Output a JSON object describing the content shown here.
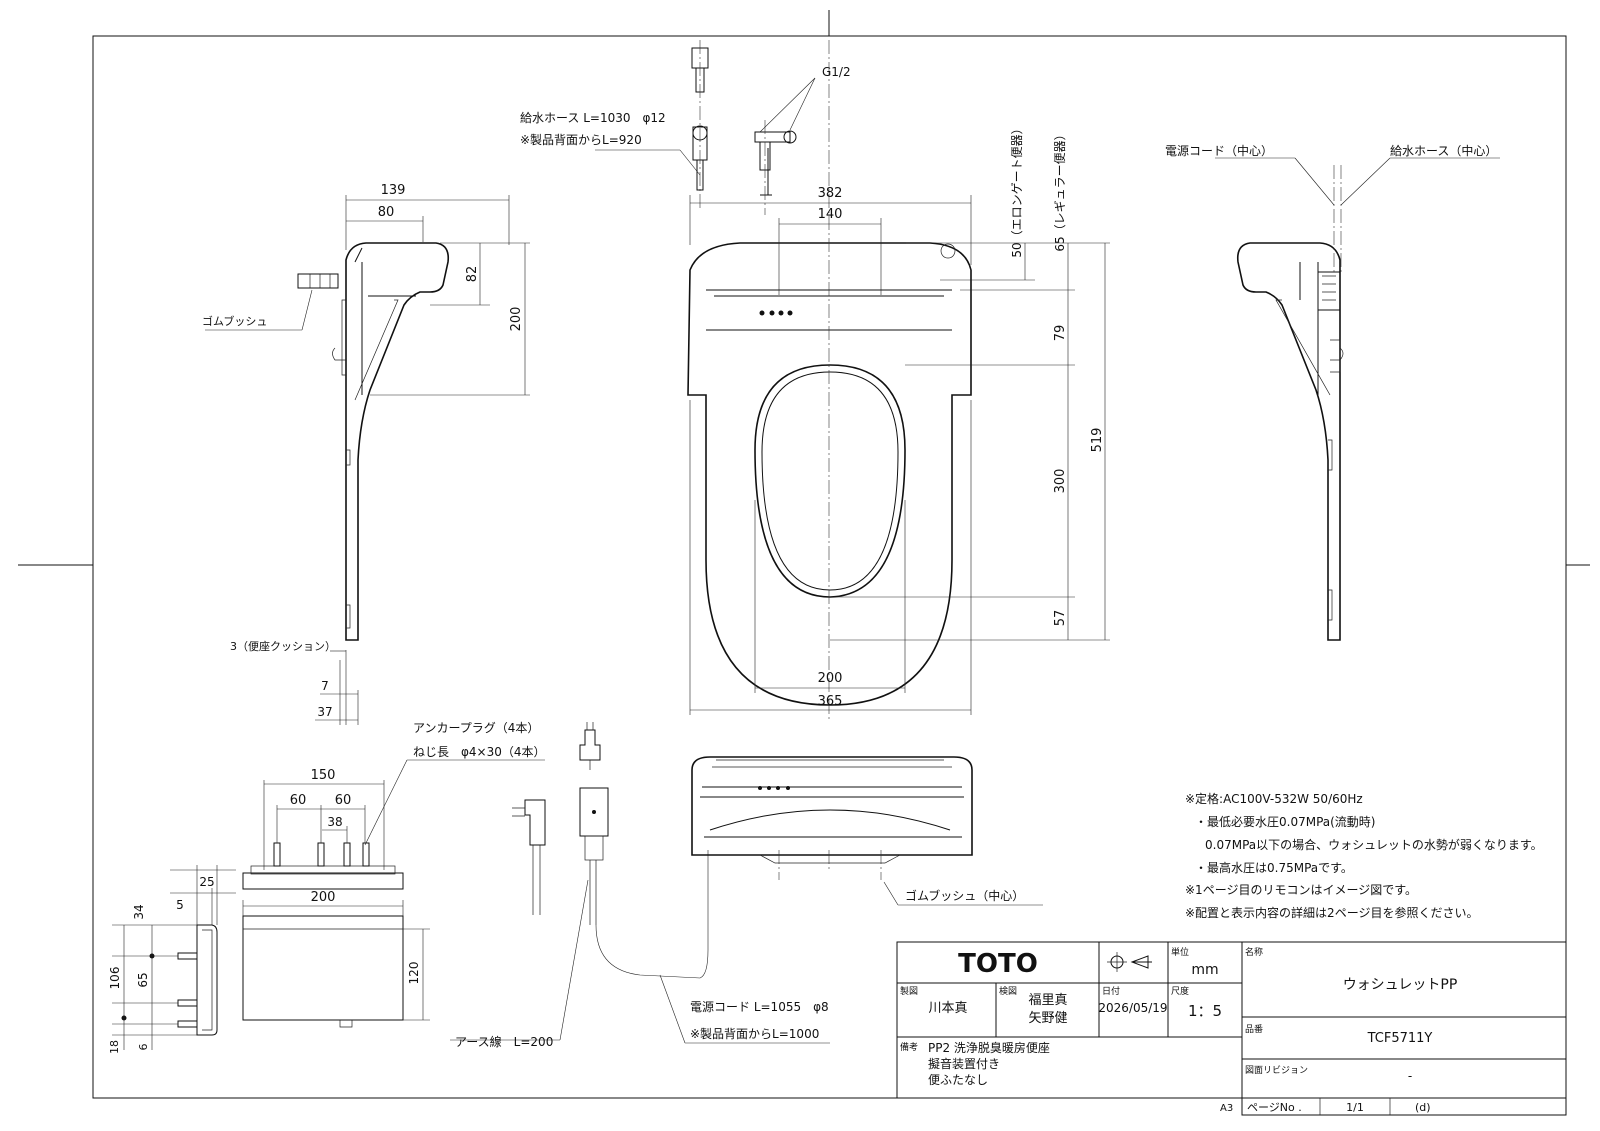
{
  "left_view": {
    "dims": {
      "d139": "139",
      "d80": "80",
      "d82": "82",
      "d200": "200",
      "d7": "7",
      "d37": "37"
    },
    "labels": {
      "gum_bush": "ゴムブッシュ",
      "cushion": "3（便座クッション）"
    }
  },
  "front_view": {
    "hose_1": "給水ホース L=1030　φ12",
    "hose_2": "※製品背面からL=920",
    "g12": "G1/2",
    "dims": {
      "d382": "382",
      "d140": "140",
      "d50": "50（エロンゲート便器）",
      "d65": "65（レギュラー便器）",
      "d79": "79",
      "d300": "300",
      "d519": "519",
      "d57": "57",
      "d200": "200",
      "d365": "365"
    }
  },
  "right_view": {
    "power_cord_center": "電源コード（中心）",
    "hose_center": "給水ホース（中心）"
  },
  "base_view": {
    "anchor_1": "アンカープラグ（4本）",
    "anchor_2": "ねじ長　φ4×30（4本）",
    "dims": {
      "d150": "150",
      "d60a": "60",
      "d60b": "60",
      "d38": "38",
      "d25": "25",
      "d5": "5",
      "d200": "200",
      "d34": "34",
      "d106": "106",
      "d65": "65",
      "d120": "120",
      "d18": "18",
      "d6": "6"
    }
  },
  "cord_labels": {
    "earth": "アース線　L=200",
    "cord_1": "電源コード L=1055　φ8",
    "cord_2": "※製品背面からL=1000",
    "gum_bush_center": "ゴムブッシュ（中心）"
  },
  "notes": [
    "※定格:AC100V-532W 50/60Hz",
    "・最低必要水圧0.07MPa(流動時)",
    "0.07MPa以下の場合、ウォシュレットの水勢が弱くなります。",
    "・最高水圧は0.75MPaです。",
    "※1ページ目のリモコンはイメージ図です。",
    "※配置と表示内容の詳細は2ページ目を参照ください。"
  ],
  "title_block": {
    "logo": "TOTO",
    "unit_label": "単位",
    "unit": "mm",
    "name_label": "名称",
    "name": "ウォシュレットPP",
    "drawn_label": "製図",
    "drawn": "川本真",
    "checked_label": "検図",
    "checked_1": "福里真",
    "checked_2": "矢野健",
    "date_label": "日付",
    "date": "2026/05/19",
    "scale_label": "尺度",
    "scale": "1：5",
    "model_label": "品番",
    "model": "TCF5711Y",
    "remarks_label": "備考",
    "remarks_1": "PP2 洗浄脱臭暖房便座",
    "remarks_2": "擬音装置付き",
    "remarks_3": "便ふたなし",
    "revision_label": "図面リビジョン",
    "revision": "-",
    "sheet_size": "A3",
    "page_label": "ページNo .",
    "page": "1/1",
    "page_suffix": "(d)"
  }
}
